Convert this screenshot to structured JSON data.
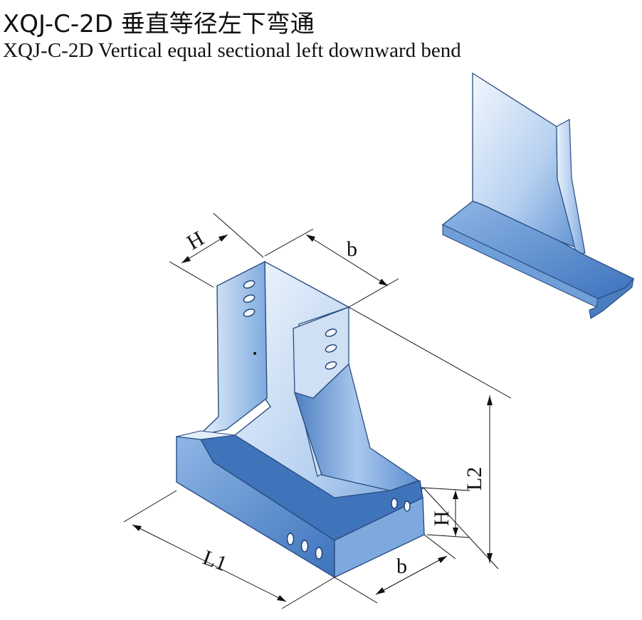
{
  "title_cn": "XQJ-C-2D 垂直等径左下弯通",
  "title_en": "XQJ-C-2D Vertical equal sectional left downward bend",
  "dimensions": {
    "h_top": "H",
    "b_top": "b",
    "l2": "L2",
    "h_right": "H",
    "b_bottom": "b",
    "l1": "L1"
  },
  "colors": {
    "metal_light": "#e6f0fb",
    "metal_mid": "#9fc1e8",
    "metal_dark": "#4f86cc",
    "outline": "#2a4d80"
  }
}
